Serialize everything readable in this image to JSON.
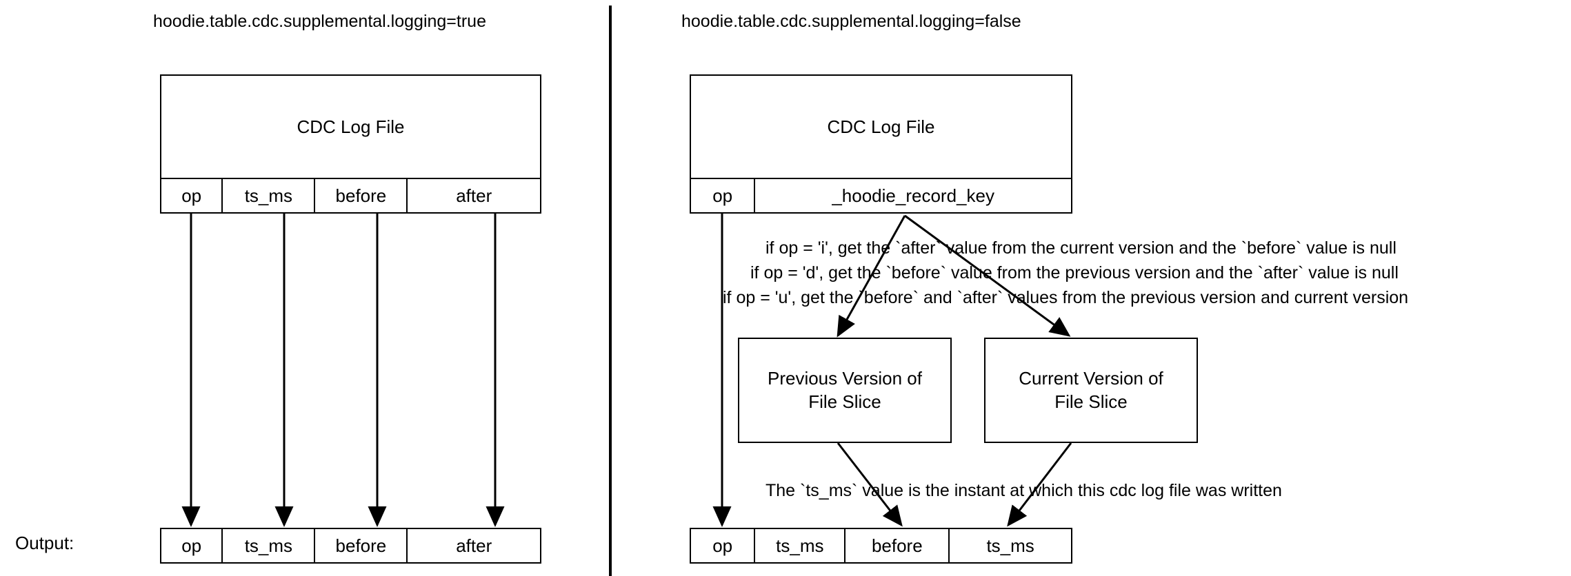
{
  "panels": {
    "left": {
      "title": "hoodie.table.cdc.supplemental.logging=true",
      "source_box_label": "CDC Log File",
      "source_columns": [
        "op",
        "ts_ms",
        "before",
        "after"
      ],
      "output_label": "Output:",
      "output_columns": [
        "op",
        "ts_ms",
        "before",
        "after"
      ]
    },
    "right": {
      "title": "hoodie.table.cdc.supplemental.logging=false",
      "source_box_label": "CDC Log File",
      "source_columns": [
        "op",
        "_hoodie_record_key"
      ],
      "notes": [
        "if op = 'i', get the `after` value from the current version and the `before` value is null",
        "if op = 'd', get the `before` value from the previous version  and the `after` value is null",
        "if op = 'u', get the `before` and `after` values from the previous version and current version"
      ],
      "version_boxes": [
        {
          "line1": "Previous Version of",
          "line2": "File Slice"
        },
        {
          "line1": "Current Version of",
          "line2": "File Slice"
        }
      ],
      "ts_note": "The `ts_ms` value is the instant at which this cdc log file was written",
      "output_columns": [
        "op",
        "ts_ms",
        "before",
        "ts_ms"
      ]
    }
  },
  "colors": {
    "stroke": "#000000",
    "background": "#ffffff"
  }
}
